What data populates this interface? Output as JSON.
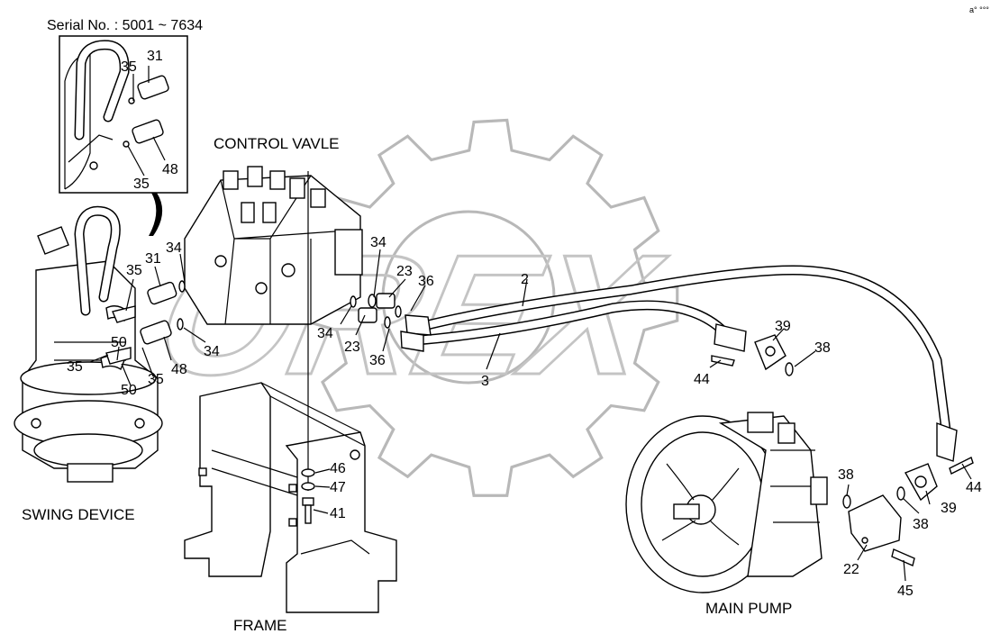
{
  "serial_note": "Serial No. : 5001 ~ 7634",
  "captions": {
    "control_valve": "CONTROL VAVLE",
    "swing_device": "SWING DEVICE",
    "frame": "FRAME",
    "main_pump": "MAIN PUMP"
  },
  "watermark": "OREX",
  "corner_mark": "a° °°°",
  "callouts": [
    "31",
    "35",
    "48",
    "35",
    "31",
    "34",
    "35",
    "50",
    "35",
    "50",
    "48",
    "35",
    "34",
    "34",
    "23",
    "36",
    "34",
    "23",
    "36",
    "2",
    "3",
    "39",
    "38",
    "44",
    "46",
    "47",
    "41",
    "38",
    "39",
    "44",
    "38",
    "22",
    "45"
  ]
}
